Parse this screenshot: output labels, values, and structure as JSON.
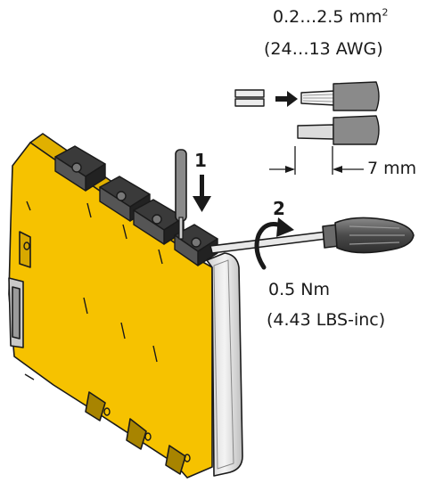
{
  "wire_spec": {
    "cross_section_value": "0.2…2.5 mm",
    "cross_section_exponent": "2",
    "awg_range": "(24…13 AWG)",
    "strip_length": "7 mm"
  },
  "steps": {
    "step1_label": "1",
    "step2_label": "2"
  },
  "torque": {
    "metric": "0.5 Nm",
    "imperial": "(4.43 LBS-inc)"
  },
  "colors": {
    "housing": "#F6C200",
    "housing_shadow": "#D8A800",
    "outline": "#1a1a1a",
    "insulation": "#8a8a8a",
    "ferrule": "#d9d9d9",
    "screwdriver_handle": "#555555",
    "front_panel": "#e6e6e6"
  }
}
